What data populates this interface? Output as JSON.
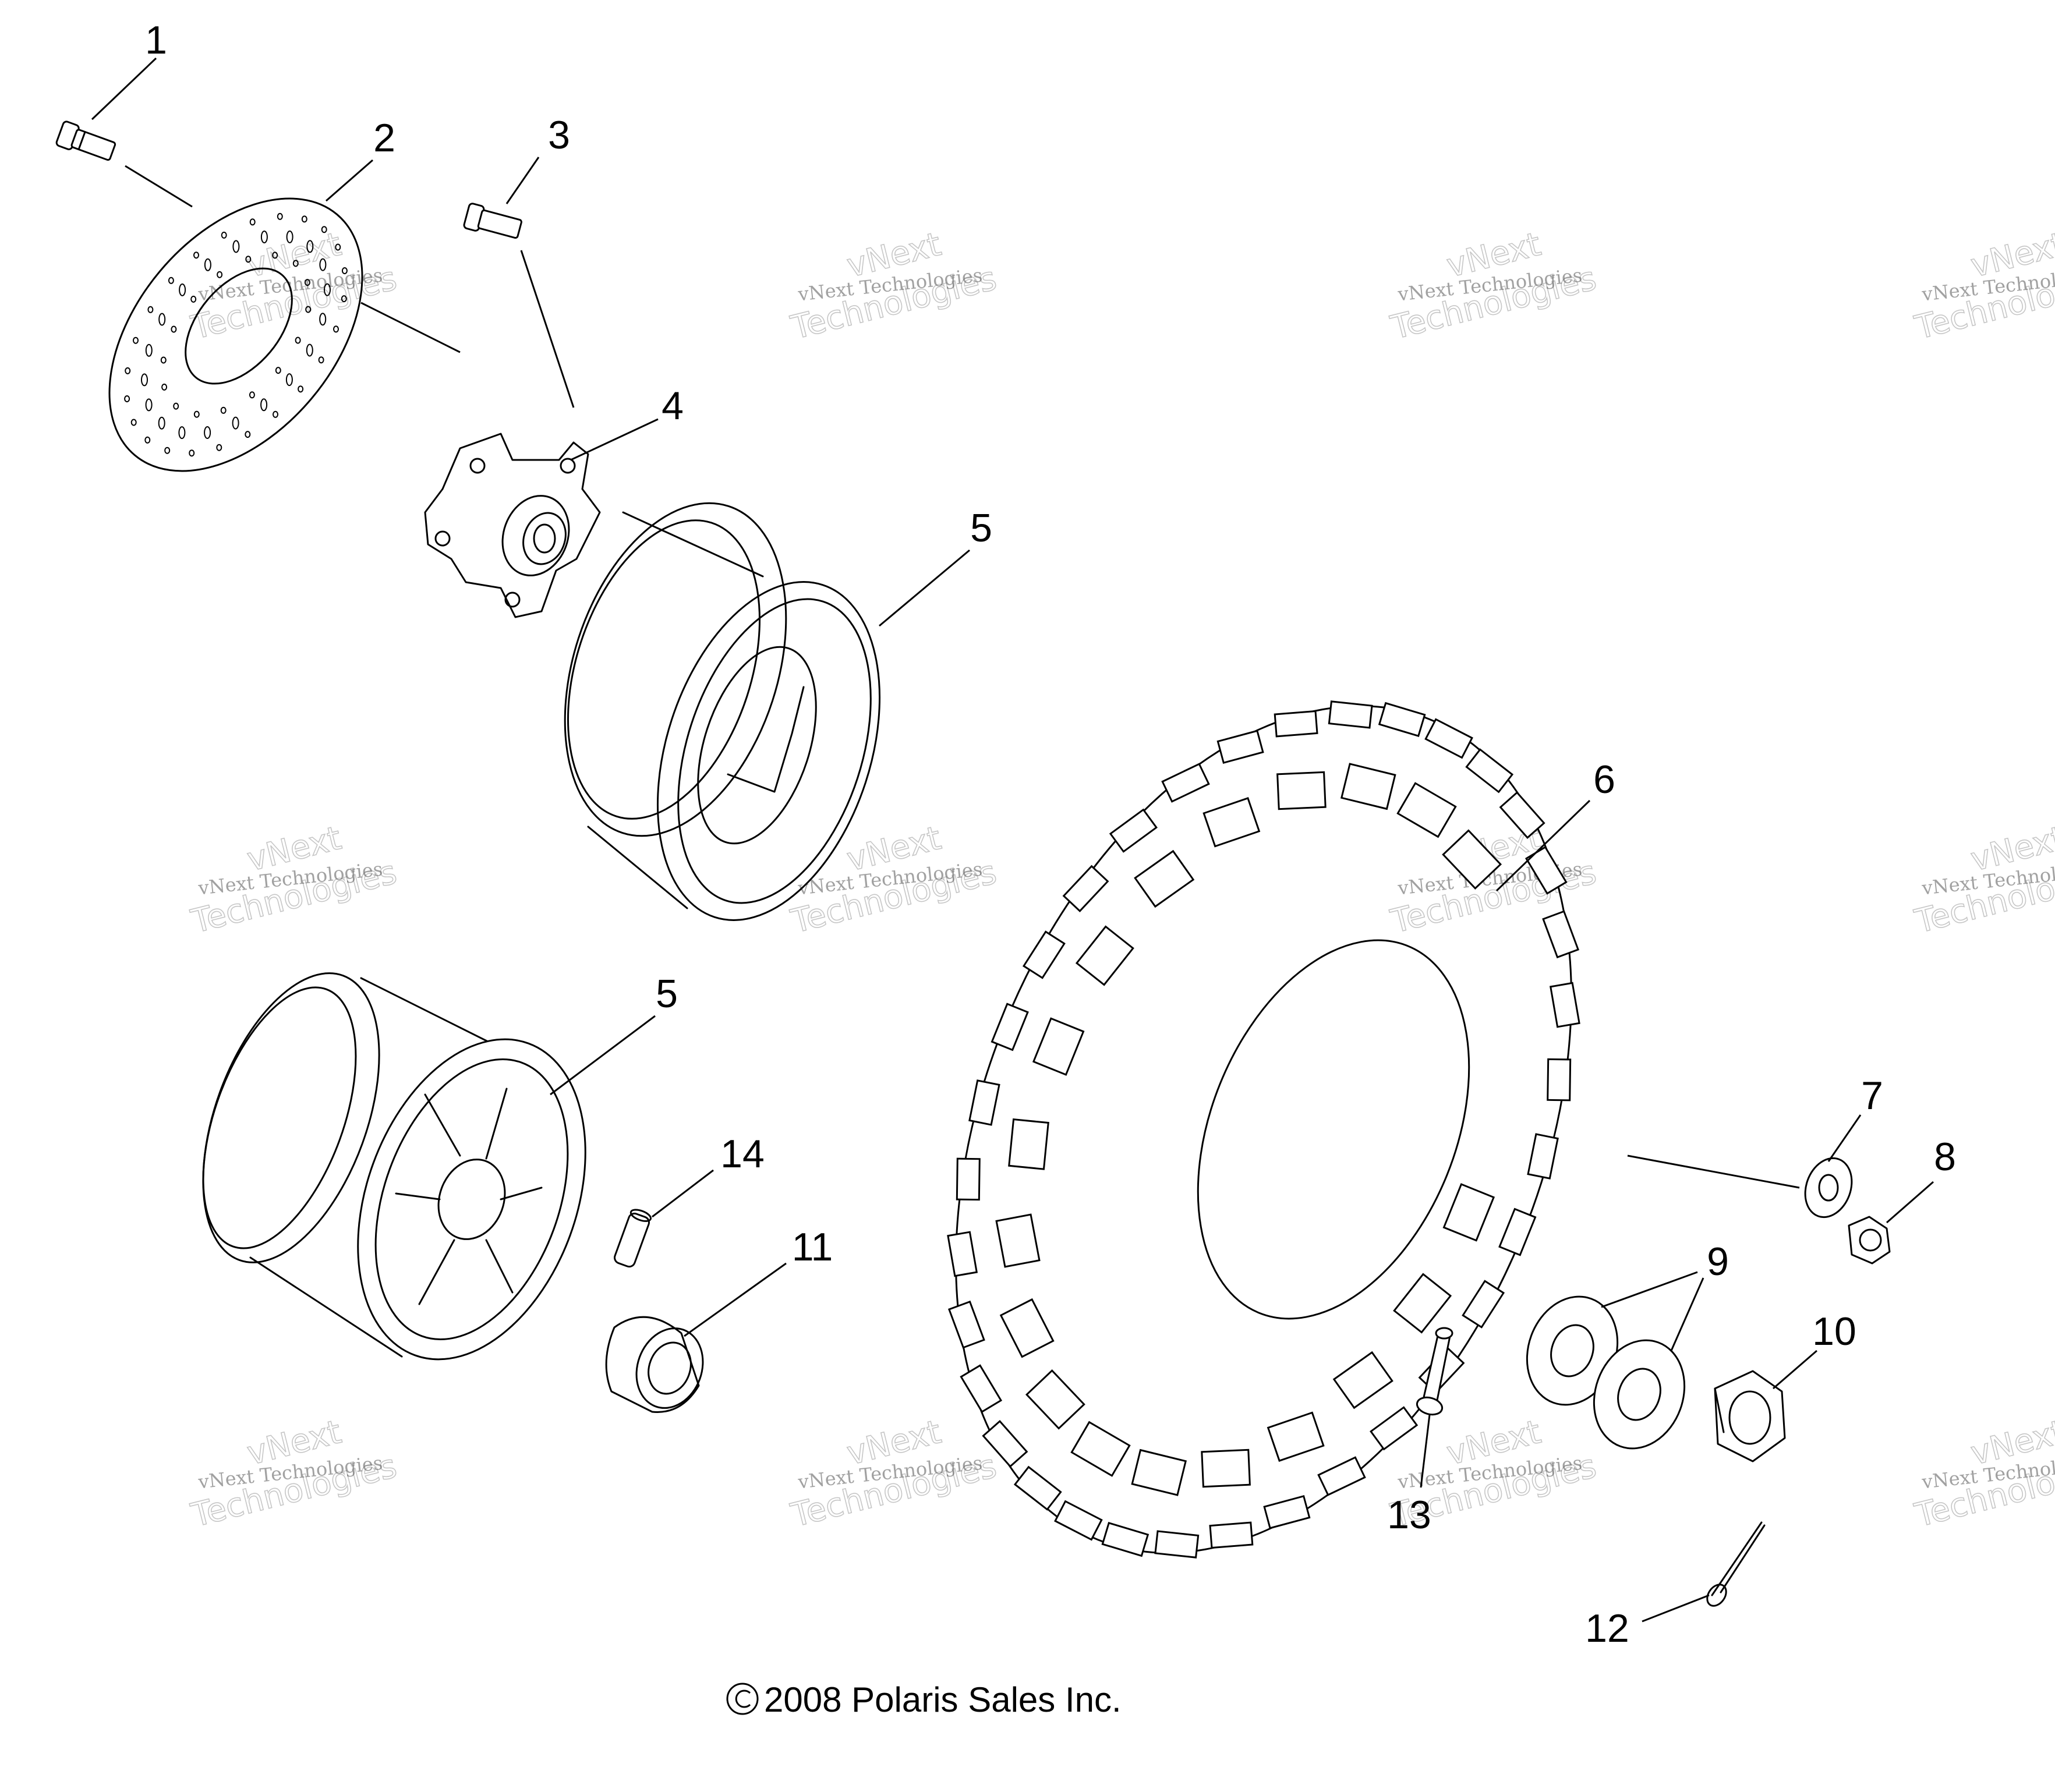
{
  "callouts": [
    "1",
    "2",
    "3",
    "4",
    "5",
    "5",
    "6",
    "7",
    "8",
    "9",
    "10",
    "11",
    "12",
    "13",
    "14"
  ],
  "copyright": "2008 Polaris Sales Inc.",
  "copyright_symbol": "©",
  "watermark": {
    "line1": "vNext Technologies",
    "line2": "vNext",
    "line3": "Technologies"
  },
  "parts": [
    {
      "id": 1,
      "name": "bolt-icon"
    },
    {
      "id": 2,
      "name": "brake-disc-icon"
    },
    {
      "id": 3,
      "name": "bolt-icon"
    },
    {
      "id": 4,
      "name": "wheel-hub-icon"
    },
    {
      "id": 5,
      "name": "wheel-rim-icon"
    },
    {
      "id": 6,
      "name": "tire-icon"
    },
    {
      "id": 7,
      "name": "washer-icon"
    },
    {
      "id": 8,
      "name": "nut-icon"
    },
    {
      "id": 9,
      "name": "washer-pair-icon"
    },
    {
      "id": 10,
      "name": "nut-icon"
    },
    {
      "id": 11,
      "name": "hub-cap-icon"
    },
    {
      "id": 12,
      "name": "cotter-pin-icon"
    },
    {
      "id": 13,
      "name": "stud-icon"
    },
    {
      "id": 14,
      "name": "valve-stem-icon"
    }
  ]
}
